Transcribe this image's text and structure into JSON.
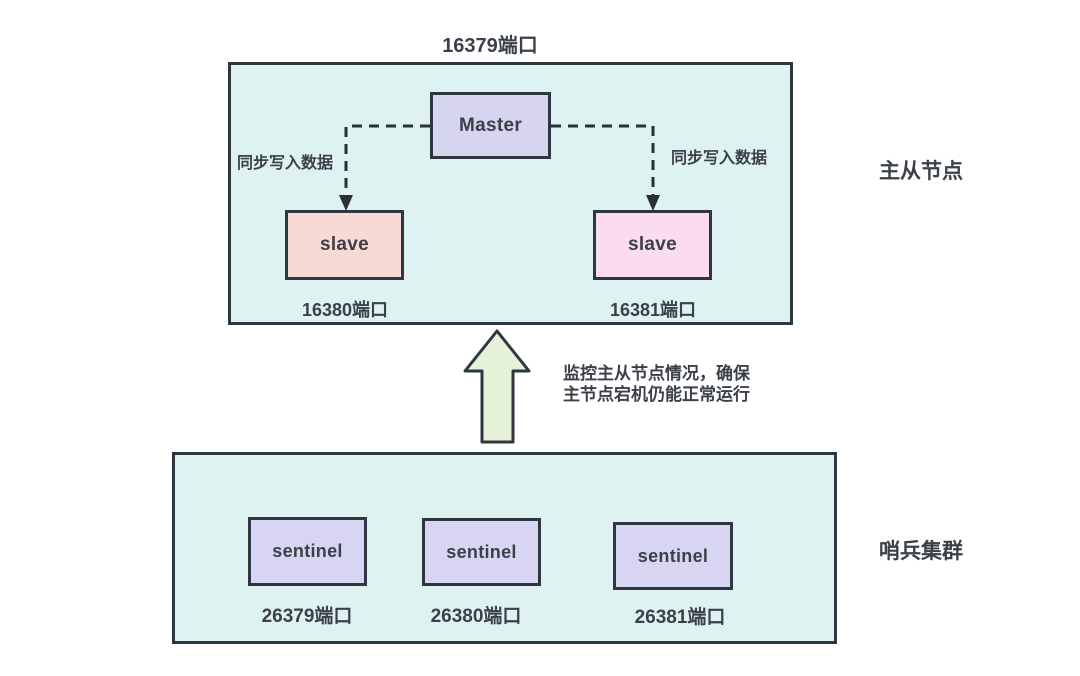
{
  "colors": {
    "canvas_bg": "#ffffff",
    "group_fill": "#ddf2f1",
    "master_fill": "#d7d4f0",
    "slave_left_fill": "#f8dad5",
    "slave_right_fill": "#fadcee",
    "sentinel_fill": "#d8d5f2",
    "arrow_fill": "#e5f1d9",
    "border": "#2e3640",
    "connector": "#2b2f36",
    "text": "#3c4149"
  },
  "master_group": {
    "port_label": "16379端口",
    "master_label": "Master",
    "slaves": [
      {
        "label": "slave",
        "port_label": "16380端口"
      },
      {
        "label": "slave",
        "port_label": "16381端口"
      }
    ],
    "sync_left_label": "同步写入数据",
    "sync_right_label": "同步写入数据",
    "caption": "主从节点"
  },
  "monitor": {
    "note_line1": "监控主从节点情况，确保",
    "note_line2": "主节点宕机仍能正常运行"
  },
  "sentinel_group": {
    "sentinels": [
      {
        "label": "sentinel",
        "port_label": "26379端口"
      },
      {
        "label": "sentinel",
        "port_label": "26380端口"
      },
      {
        "label": "sentinel",
        "port_label": "26381端口"
      }
    ],
    "caption": "哨兵集群"
  }
}
